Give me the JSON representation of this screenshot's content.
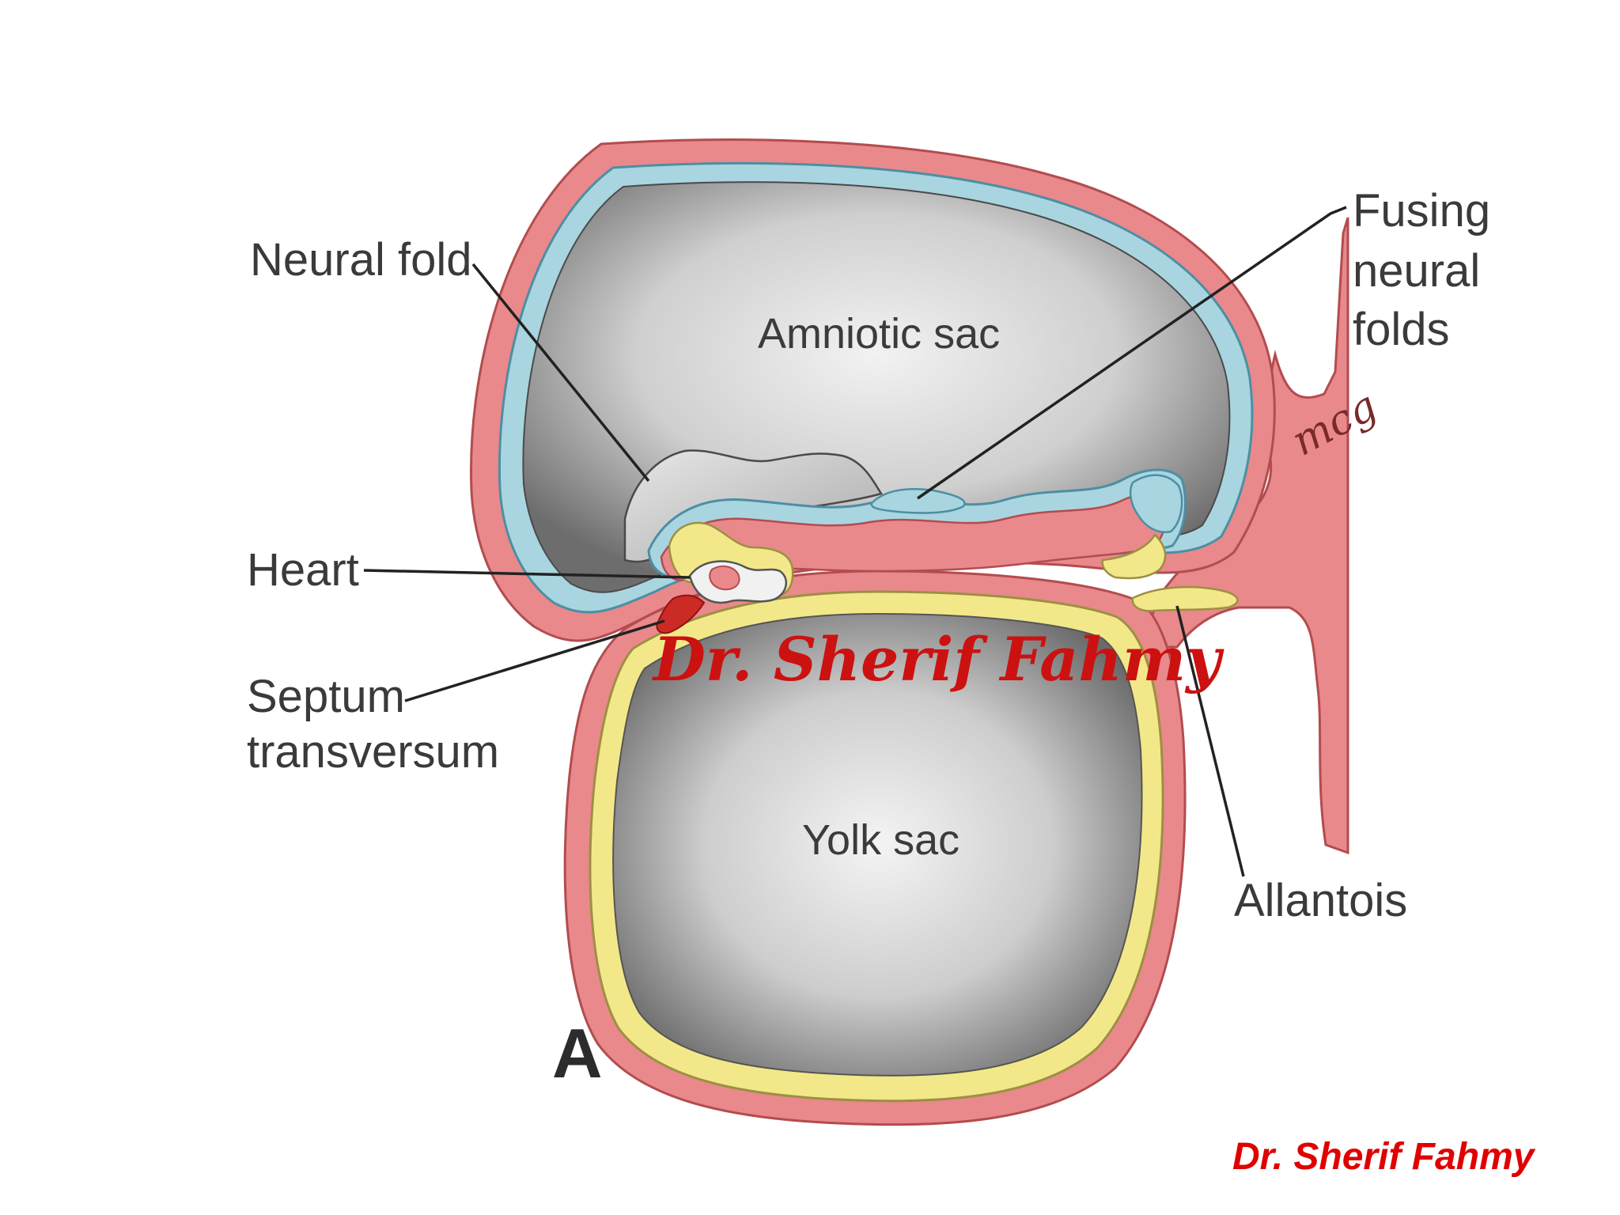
{
  "diagram": {
    "labels": {
      "neural_fold": "Neural fold",
      "fusing_1": "Fusing",
      "fusing_2": "neural",
      "fusing_3": "folds",
      "heart": "Heart",
      "septum_1": "Septum",
      "septum_2": "transversum",
      "allantois": "Allantois",
      "amniotic_sac": "Amniotic sac",
      "yolk_sac": "Yolk sac",
      "panel": "A",
      "artist_mark": "mcg"
    },
    "watermark": "Dr. Sherif Fahmy",
    "credit": "Dr. Sherif Fahmy",
    "colors": {
      "ectoderm": "#a9d5e0",
      "mesoderm": "#e9898b",
      "endoderm": "#f3e889",
      "heart": "#cc2a25",
      "watermark": "#cc1111",
      "credit": "#e00000"
    }
  }
}
